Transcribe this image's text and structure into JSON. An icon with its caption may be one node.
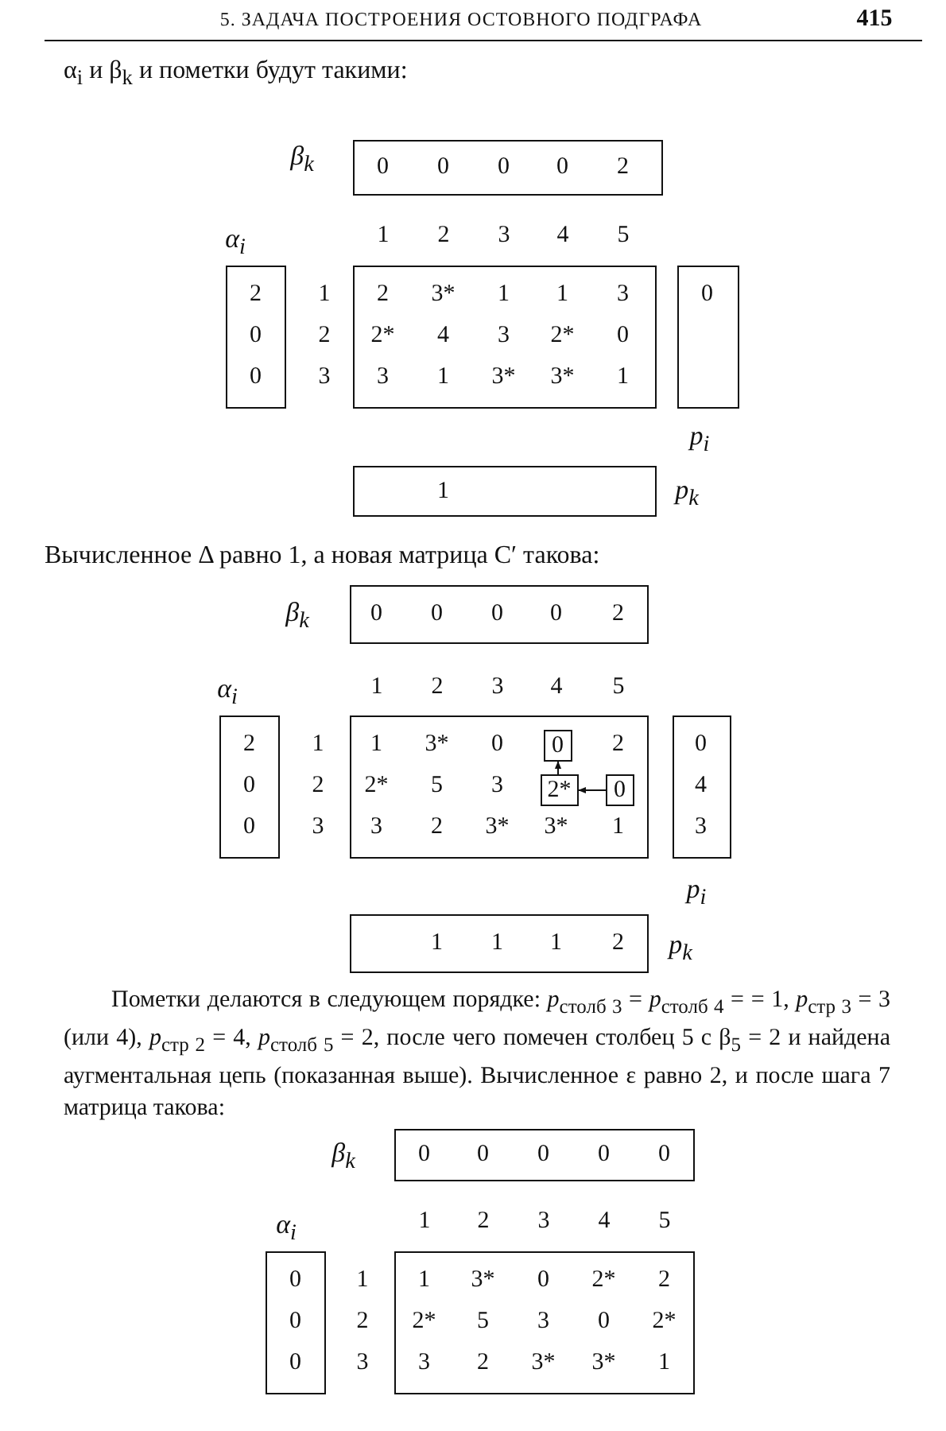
{
  "diagram": {
    "nodes": [
      {
        "text": [
          "0",
          "0",
          "0",
          "0",
          "2"
        ],
        "beside": [
          "β$_{k}$"
        ]
      },
      {
        "text": [
          "2",
          "0",
          "0"
        ],
        "beside": [
          "α$_{i}$"
        ]
      },
      {
        "text": [
          "2",
          "3*",
          "1",
          "1",
          "3",
          "2*",
          "4",
          "3",
          "2*",
          "0",
          "3",
          "1",
          "3*",
          "3*",
          "1"
        ]
      },
      {
        "text": [
          "0"
        ],
        "beside": [
          "p$_{i}$"
        ]
      },
      {
        "text": [
          "1"
        ],
        "beside": [
          "p$_{k}$"
        ]
      },
      {
        "text": [
          "0",
          "0",
          "0",
          "0",
          "2"
        ],
        "beside": [
          "β$_{k}$"
        ]
      },
      {
        "text": [
          "2",
          "0",
          "0"
        ],
        "beside": [
          "α$_{i}$"
        ]
      },
      {
        "text": [
          "1",
          "3*",
          "0",
          "2",
          "2*",
          "5",
          "3",
          "3",
          "2",
          "3*",
          "3*",
          "1"
        ]
      },
      {
        "text": [
          "0"
        ],
        "in": 7
      },
      {
        "text": [
          "2*"
        ],
        "in": 7
      },
      {
        "text": [
          "0"
        ],
        "in": 7
      },
      {
        "text": [
          "0",
          "4",
          "3"
        ],
        "beside": [
          "p$_{i}$"
        ]
      },
      {
        "text": [
          "1",
          "1",
          "1",
          "2"
        ],
        "beside": [
          "p$_{k}$"
        ]
      },
      {
        "text": [
          "0",
          "0",
          "0",
          "0",
          "0"
        ],
        "beside": [
          "β$_{k}$"
        ]
      },
      {
        "text": [
          "0",
          "0",
          "0"
        ],
        "beside": [
          "α$_{i}$"
        ]
      },
      {
        "text": [
          "1",
          "3*",
          "0",
          "2*",
          "2",
          "2*",
          "5",
          "3",
          "0",
          "2*",
          "3",
          "2",
          "3*",
          "3*",
          "1"
        ]
      }
    ],
    "edges": [
      {
        "from": 10,
        "to": 9,
        "arrow": "to"
      },
      {
        "from": 9,
        "to": 8,
        "arrow": "to"
      }
    ],
    "labels": [
      "5. ЗАДАЧА ПОСТРОЕНИЯ ОСТОВНОГО ПОДГРАФА",
      "415",
      "α$_{i}$ и β$_{k}$ и пометки будут такими:",
      "1",
      "2",
      "3",
      "4",
      "5",
      "1",
      "2",
      "3",
      "Вычисленное Δ равно 1, а новая матрица C′ такова:",
      "1",
      "2",
      "3",
      "4",
      "5",
      "1",
      "2",
      "3",
      "Пометки делаются в следующем порядке: *p*$_{столб 3}$ = *p*$_{столб 4}$ = = 1, *p*$_{стр 3}$ = 3 (или 4), *p*$_{стр 2}$ = 4, *p*$_{столб 5}$ = 2, после чего помечен столбец 5 с β$_{5}$ = 2 и найдена аугментальная цепь (показанная выше). Вычисленное ε равно 2, и после шага 7 матрица такова:",
      "1",
      "2",
      "3",
      "4",
      "5",
      "1",
      "2",
      "3"
    ]
  }
}
